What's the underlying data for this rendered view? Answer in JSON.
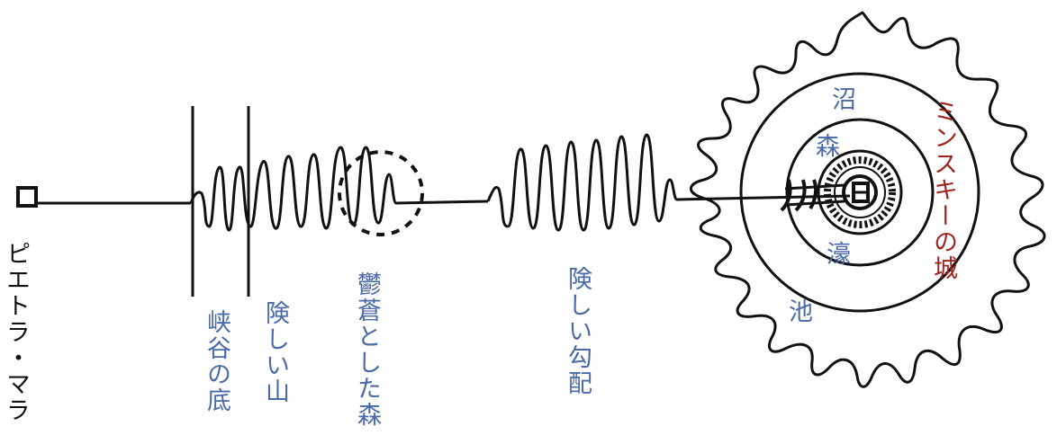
{
  "labels": {
    "start": "ピエトラ・マラ",
    "canyon": "峡谷の底",
    "steep_mountain": "険しい山",
    "dense_forest": "鬱蒼とした森",
    "steep_slope": "険しい勾配",
    "castle": "ミンスキーの城",
    "swamp": "沼",
    "forest": "森",
    "moat": "濠",
    "pond": "池"
  },
  "colors": {
    "ink": "#111111",
    "label_blue": "#4a6aa8",
    "label_red": "#a0231c"
  }
}
